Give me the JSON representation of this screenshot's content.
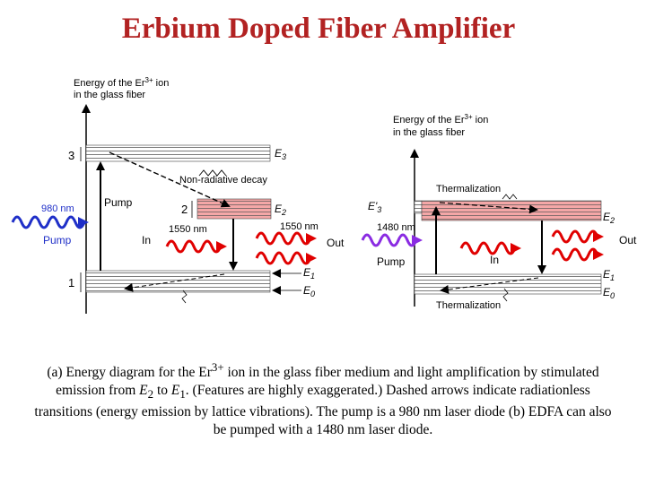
{
  "title": "Erbium Doped Fiber Amplifier",
  "colors": {
    "title": "#b22222",
    "pump980": "#1f2fc8",
    "pump1480": "#8a2be2",
    "signal": "#e00000",
    "levelBand": "#f4a7a7",
    "arrowBlack": "#000000"
  },
  "panel_a": {
    "yaxis_line1": "Energy of the Er",
    "yaxis_sup": "3+",
    "yaxis_line1b": " ion",
    "yaxis_line2": "in the glass fiber",
    "level3": "3",
    "level2": "2",
    "level1": "1",
    "E3": "E",
    "E3_sub": "3",
    "E2": "E",
    "E2_sub": "2",
    "E1": "E",
    "E1_sub": "1",
    "E0": "E",
    "E0_sub": "0",
    "nonrad": "Non-radiative decay",
    "pump_label_inner": "Pump",
    "pump_wavelength": "980 nm",
    "pump_label": "Pump",
    "in_label": "In",
    "signal_in_wl": "1550 nm",
    "signal_out_wl": "1550 nm",
    "out_label": "Out"
  },
  "panel_b": {
    "yaxis_line1": "Energy of the Er",
    "yaxis_sup": "3+",
    "yaxis_line1b": " ion",
    "yaxis_line2": "in the glass fiber",
    "thermal_top": "Thermalization",
    "thermal_bottom": "Thermalization",
    "E3p": "E'",
    "E3p_sub": "3",
    "E2": "E",
    "E2_sub": "2",
    "E1": "E",
    "E1_sub": "1",
    "E0": "E",
    "E0_sub": "0",
    "pump_wavelength": "1480 nm",
    "pump_label": "Pump",
    "in_label": "In",
    "out_label": "Out"
  },
  "caption": {
    "p1": "(a) Energy diagram for the Er",
    "sup": "3+",
    "p2": " ion in the glass fiber medium and light amplification by stimulated emission from ",
    "e2": "E",
    "e2sub": "2",
    "to": " to ",
    "e1": "E",
    "e1sub": "1",
    "p3": ". (Features are highly exaggerated.) Dashed arrows indicate radiationless transitions (energy emission by lattice vibrations). The pump is a 980 nm laser diode (b) EDFA can also be pumped with a 1480 nm laser diode."
  }
}
